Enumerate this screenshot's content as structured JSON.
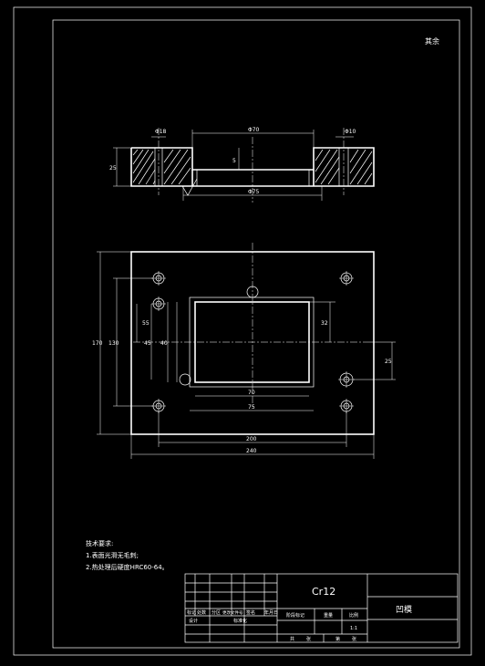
{
  "sheet": {
    "corner_mark": "其余"
  },
  "section_view": {
    "dims": {
      "top_width": "Φ70",
      "bottom_width": "Φ75",
      "height": "25",
      "step": "5",
      "left_small": "Φ18",
      "right_small": "Φ10"
    }
  },
  "plan_view": {
    "dims": {
      "overall_width": "240",
      "hole_spacing_x": "200",
      "inner_width": "70",
      "inner_width2": "75",
      "overall_height": "170",
      "left_v1": "130",
      "left_v2": "55",
      "left_v3": "45",
      "left_v4": "40",
      "right_v1": "32",
      "right_v2": "25"
    }
  },
  "tech_requirements": {
    "title": "技术要求:",
    "items": [
      "1.表面光滑无毛刺;",
      "2.热处理后硬度HRC60-64。"
    ]
  },
  "title_block": {
    "material": "Cr12",
    "part_name": "凹模",
    "row_labels": [
      "标记",
      "处数",
      "分区",
      "更改文件号",
      "签名",
      "年月日"
    ],
    "designer_label": "设计",
    "standard_label": "标准化",
    "stage_label": "阶段标记",
    "weight_label": "重量",
    "scale_label": "比例",
    "scale_value": "1:1",
    "sheet_label": "共",
    "sheet_label2": "张",
    "sheet_label3": "第",
    "sheet_label4": "张"
  }
}
